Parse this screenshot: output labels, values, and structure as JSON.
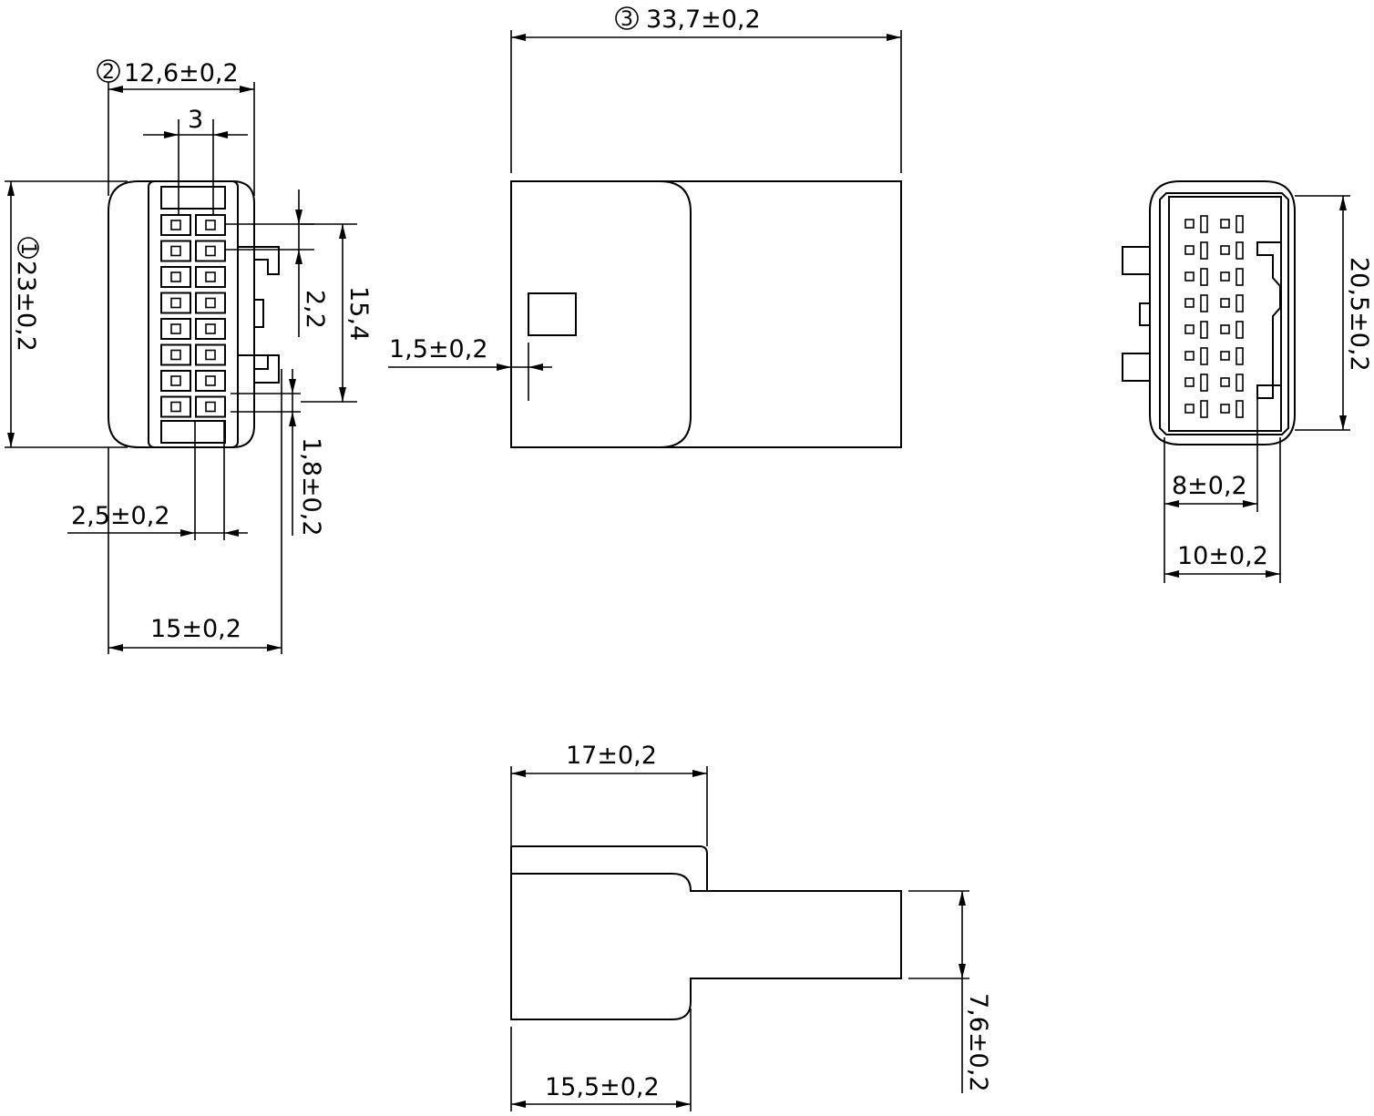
{
  "dimensions": {
    "overall_height": "23±0,2",
    "overall_height_ref": "1",
    "body_width": "12,6±0,2",
    "body_width_ref": "2",
    "pitch_horizontal": "3",
    "pitch_vertical": "2,2",
    "pin_span": "15,4",
    "slot_offset": "1,8±0,2",
    "pin_offset": "2,5±0,2",
    "overall_width": "15±0,2",
    "overall_length": "33,7±0,2",
    "overall_length_ref": "3",
    "window_offset": "1,5±0,2",
    "face_height": "20,5±0,2",
    "face_latch_width": "8±0,2",
    "face_width": "10±0,2",
    "housing_length": "17±0,2",
    "housing_base_length": "15,5±0,2",
    "tail_height": "7,6±0,2"
  }
}
